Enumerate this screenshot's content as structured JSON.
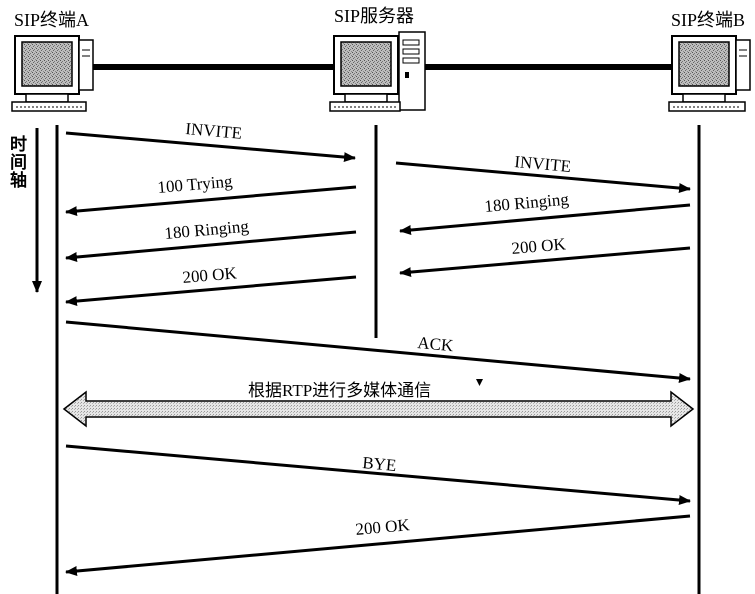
{
  "nodes": {
    "terminal_a": "SIP终端A",
    "server": "SIP服务器",
    "terminal_b": "SIP终端B"
  },
  "time_axis": [
    "时",
    "间",
    "轴"
  ],
  "messages": {
    "invite_a_to_server": "INVITE",
    "invite_server_to_b": "INVITE",
    "trying_to_a": "100 Trying",
    "ringing_b_to_server": "180 Ringing",
    "ringing_server_to_a": "180 Ringing",
    "ok_b_to_server": "200 OK",
    "ok_server_to_a": "200 OK",
    "ack_a_to_b": "ACK",
    "media": "根据RTP进行多媒体通信",
    "bye_a_to_b": "BYE",
    "ok_b_to_a": "200 OK"
  }
}
